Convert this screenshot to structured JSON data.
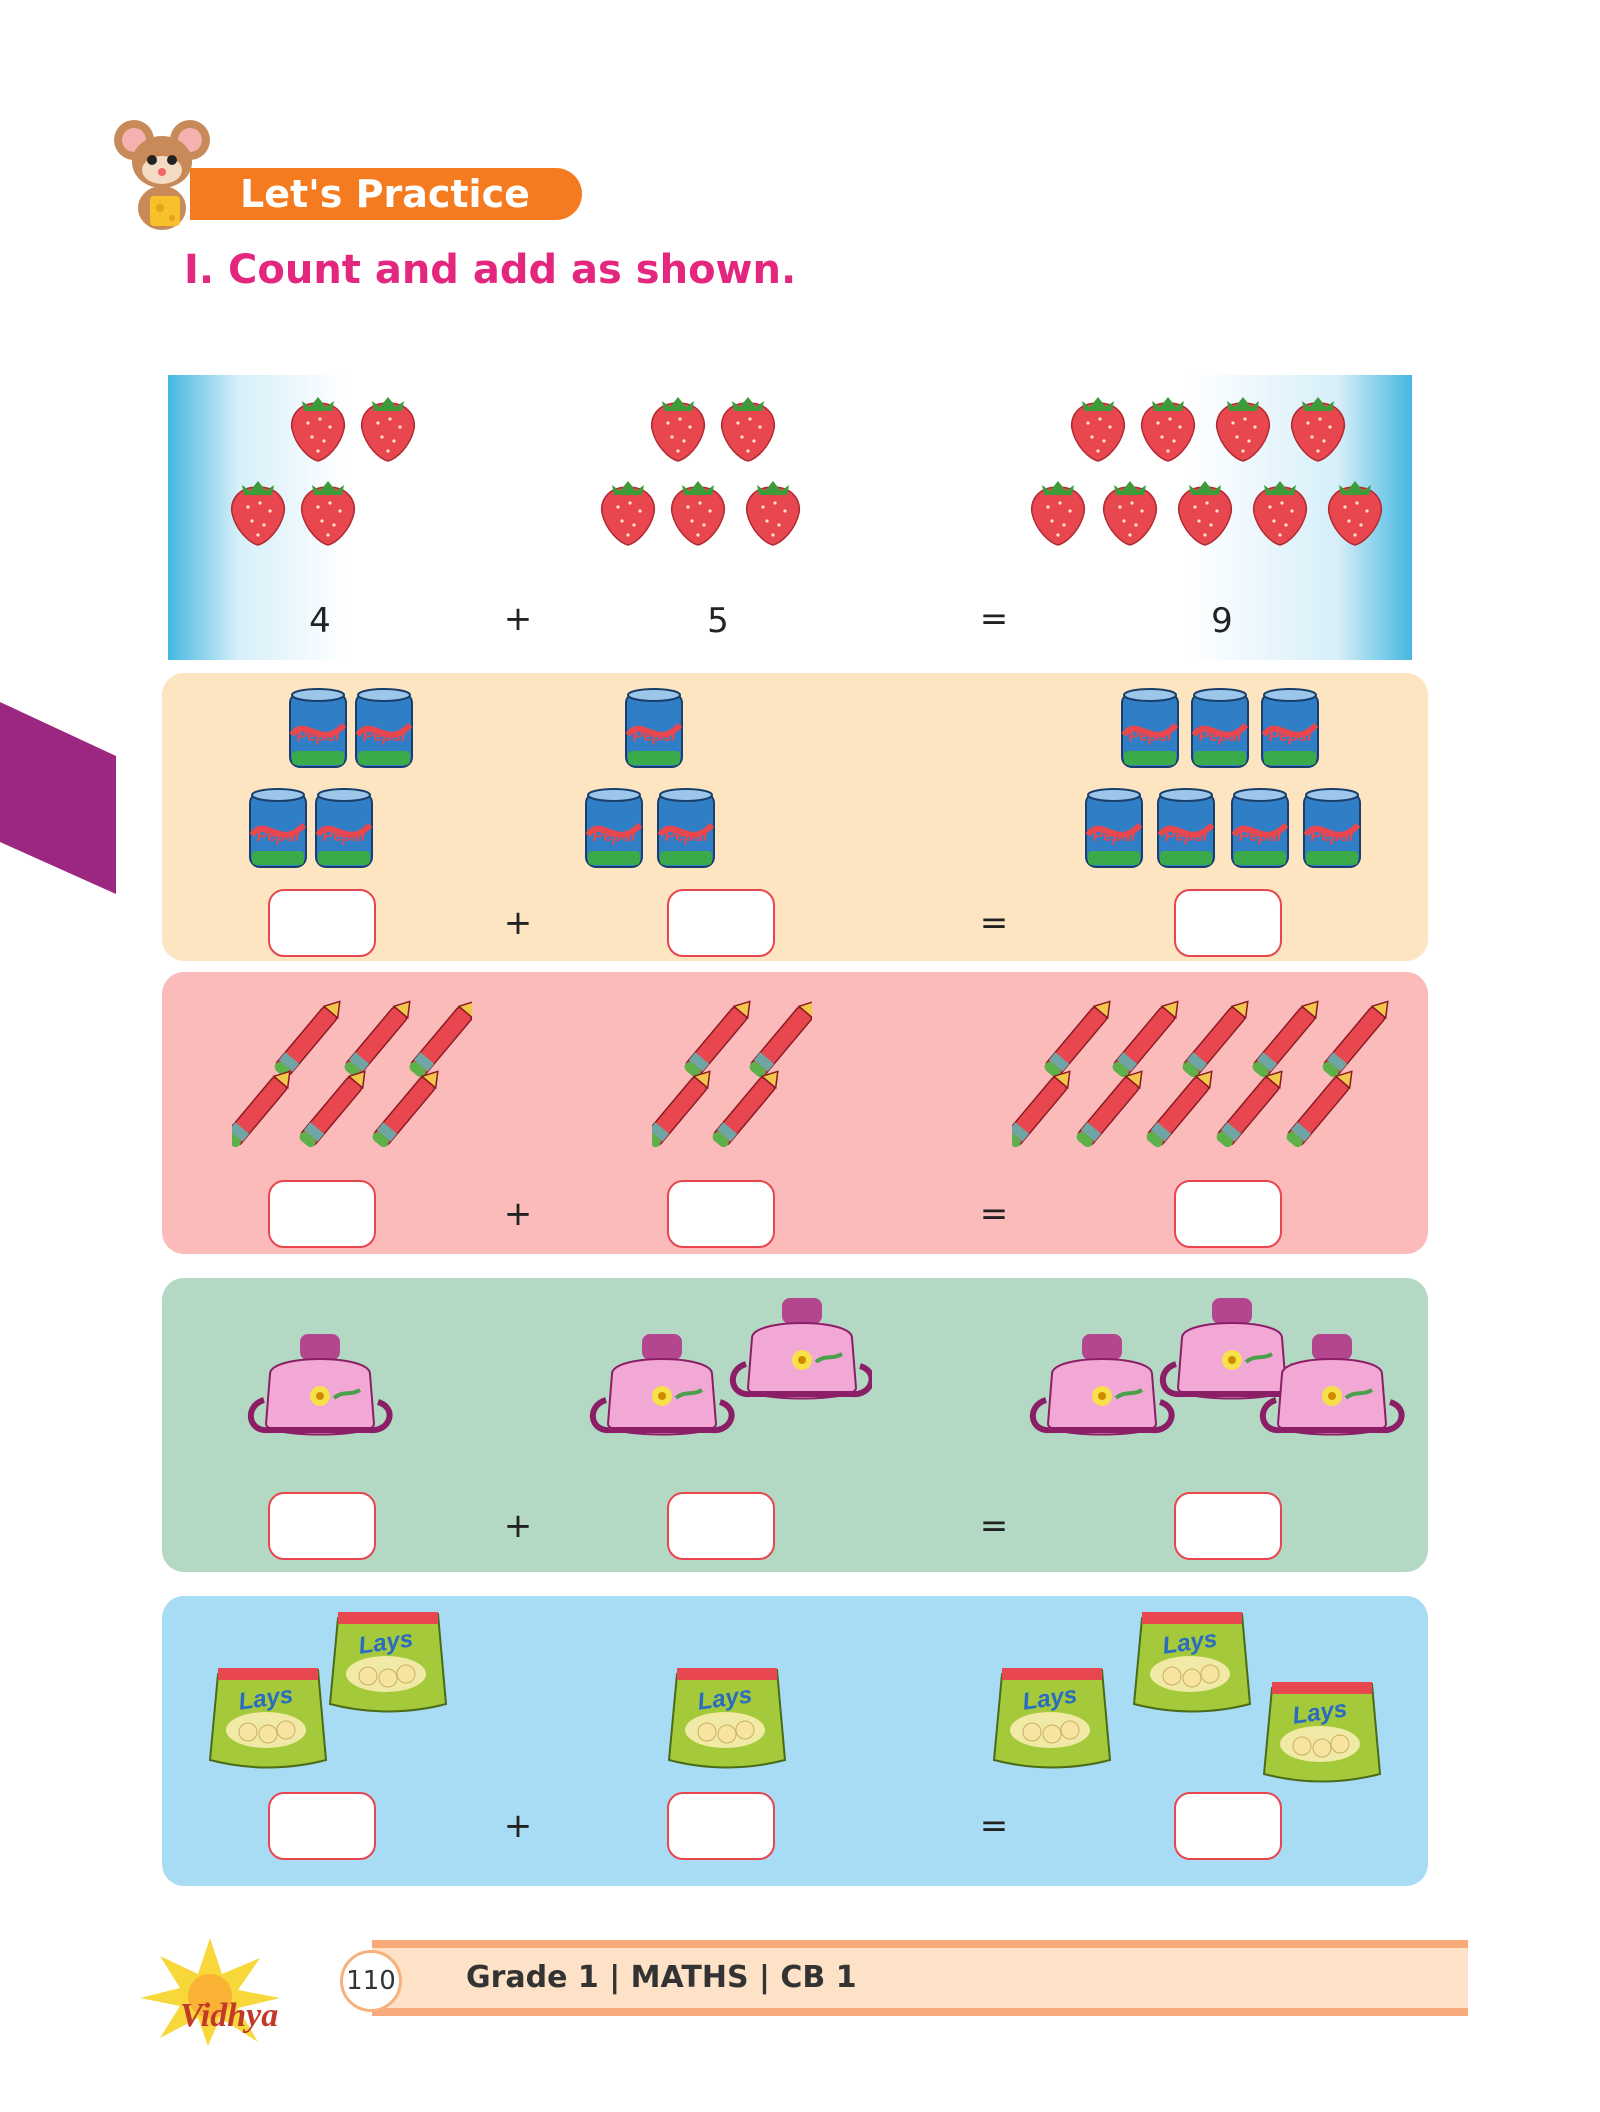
{
  "header": {
    "title": "Let's Practice",
    "question": "I. Count and add as shown."
  },
  "example": {
    "a": "4",
    "plus": "+",
    "b": "5",
    "equals": "=",
    "sum": "9"
  },
  "rows": [
    {
      "name": "cans",
      "plus": "+",
      "equals": "="
    },
    {
      "name": "pencils",
      "plus": "+",
      "equals": "="
    },
    {
      "name": "bottles",
      "plus": "+",
      "equals": "="
    },
    {
      "name": "chips",
      "plus": "+",
      "equals": "="
    }
  ],
  "labels": {
    "can_brand": "Pepsi",
    "chips_brand": "Lays"
  },
  "footer": {
    "page_number": "110",
    "text": "Grade 1 | MATHS | CB 1",
    "logo_text": "Vidhya"
  },
  "colors": {
    "banner": "#f47b20",
    "question": "#e4277e",
    "side_tab": "#9b2780",
    "row_cans": "#fde5c2",
    "row_pencils": "#fbbbbb",
    "row_bottles": "#b3d8c3",
    "row_chips": "#a8dcf5",
    "answer_box_border": "#e8454f"
  }
}
